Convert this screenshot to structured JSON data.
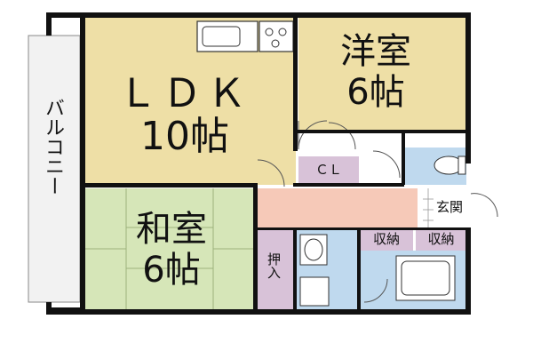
{
  "rooms": {
    "ldk": {
      "name": "ＬＤＫ",
      "size": "10帖"
    },
    "western": {
      "name": "洋室",
      "size": "6帖"
    },
    "japanese": {
      "name": "和室",
      "size": "6帖"
    },
    "closet": {
      "name": "ＣＬ"
    },
    "oshiire": {
      "name": "押入"
    },
    "genkan": {
      "name": "玄関"
    },
    "storage_left": {
      "name": "収納"
    },
    "storage_right": {
      "name": "収納"
    },
    "balcony": {
      "name": "バルコニー"
    }
  },
  "colors": {
    "ldk_floor": "#EEDFA6",
    "western_floor": "#EEDFA6",
    "tatami": "#D6E6B8",
    "hall": "#F6C9B8",
    "wet_area": "#BFD9EE",
    "storage": "#D8C2D8",
    "wall": "#111111",
    "balcony": "#F2F2F2"
  }
}
